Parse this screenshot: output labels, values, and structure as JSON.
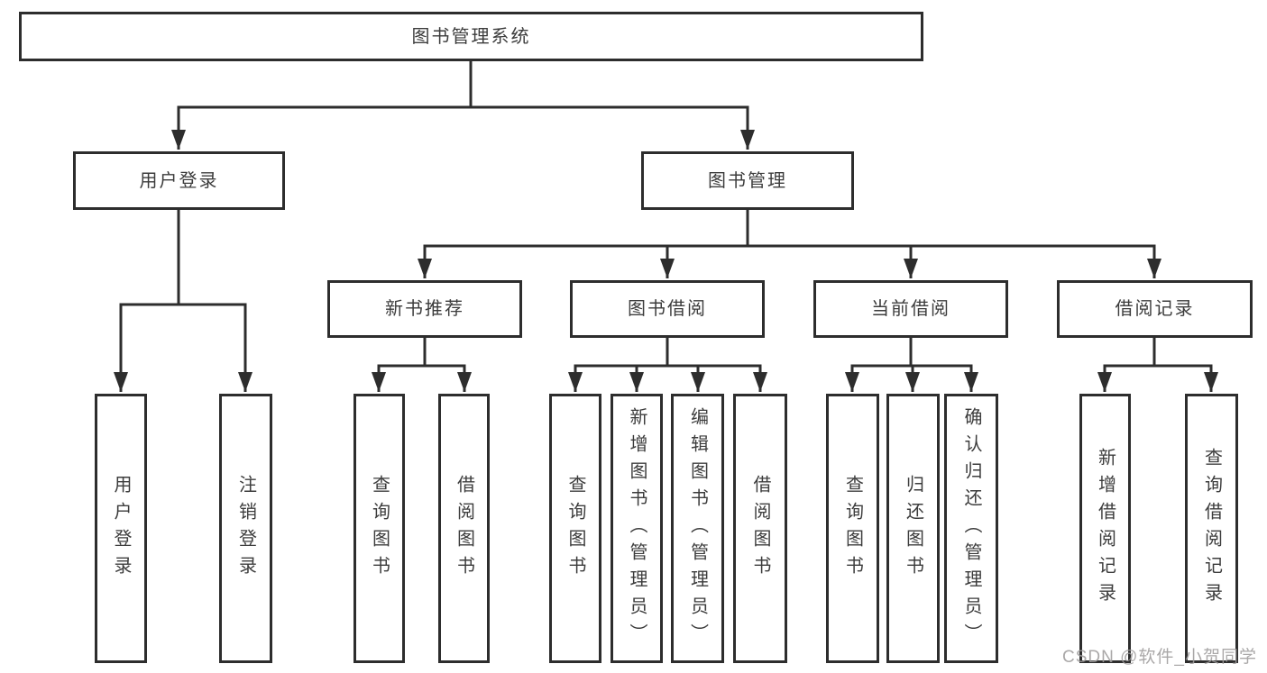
{
  "colors": {
    "line": "#2d2d2d",
    "box_border": "#2d2d2d",
    "box_background": "#ffffff",
    "text": "#3c3c3c",
    "watermark": "#9e9c9c",
    "page_background": "#ffffff"
  },
  "tree": {
    "label": "图书管理系统",
    "children": [
      {
        "label": "用户登录",
        "children": [
          {
            "label": "用户登录"
          },
          {
            "label": "注销登录"
          }
        ]
      },
      {
        "label": "图书管理",
        "children": [
          {
            "label": "新书推荐",
            "children": [
              {
                "label": "查询图书"
              },
              {
                "label": "借阅图书"
              }
            ]
          },
          {
            "label": "图书借阅",
            "children": [
              {
                "label": "查询图书"
              },
              {
                "label": "新增图书（管理员）"
              },
              {
                "label": "编辑图书（管理员）"
              },
              {
                "label": "借阅图书"
              }
            ]
          },
          {
            "label": "当前借阅",
            "children": [
              {
                "label": "查询图书"
              },
              {
                "label": "归还图书"
              },
              {
                "label": "确认归还（管理员）"
              }
            ]
          },
          {
            "label": "借阅记录",
            "children": [
              {
                "label": "新增借阅记录"
              },
              {
                "label": "查询借阅记录"
              }
            ]
          }
        ]
      }
    ]
  },
  "watermark": {
    "text": "CSDN @软件_小贺同学"
  }
}
